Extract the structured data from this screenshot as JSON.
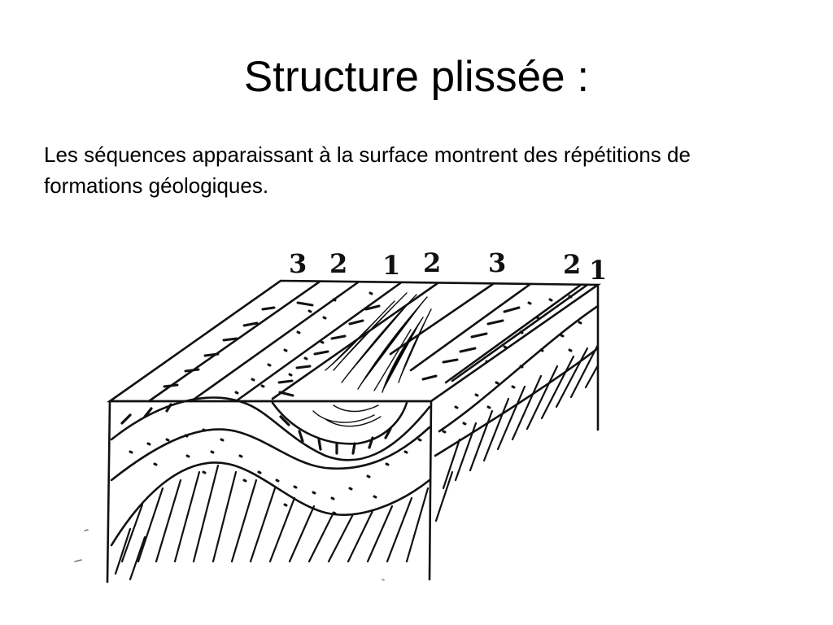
{
  "slide": {
    "title": "Structure plissée :",
    "text": "Les séquences apparaissant à la surface montrent des répétitions de formations géologiques."
  },
  "diagram": {
    "labels": [
      "3",
      "2",
      "1",
      "2",
      "3",
      "2",
      "1"
    ]
  }
}
